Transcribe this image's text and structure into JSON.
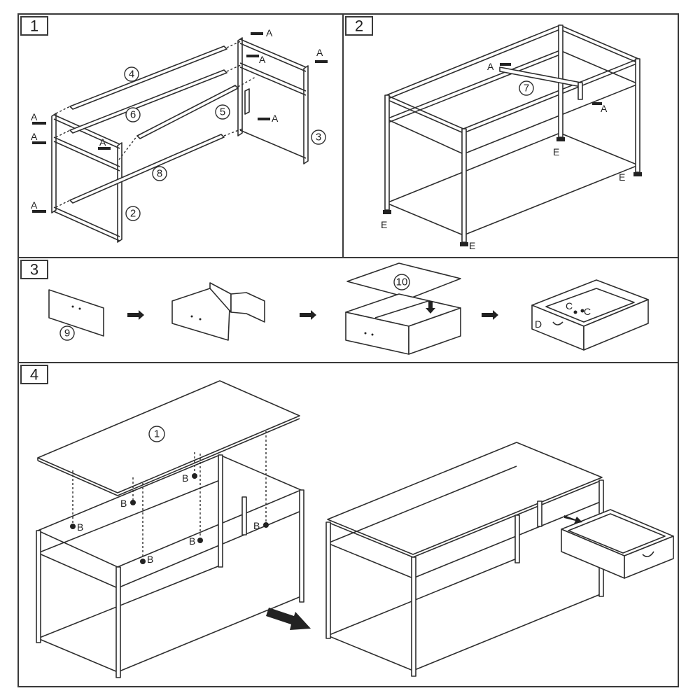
{
  "steps": [
    {
      "number": "1",
      "part_callouts": [
        "4",
        "6",
        "5",
        "8",
        "3",
        "2"
      ],
      "hardware": [
        "A",
        "A",
        "A",
        "A",
        "A",
        "A",
        "A",
        "A"
      ]
    },
    {
      "number": "2",
      "part_callouts": [
        "7"
      ],
      "hardware": [
        "A",
        "A",
        "E",
        "E",
        "E",
        "E"
      ]
    },
    {
      "number": "3",
      "part_callouts": [
        "9",
        "10"
      ],
      "hardware": [
        "C",
        "C",
        "D"
      ]
    },
    {
      "number": "4",
      "part_callouts": [
        "1"
      ],
      "hardware": [
        "B",
        "B",
        "B",
        "B",
        "B",
        "B"
      ]
    }
  ]
}
